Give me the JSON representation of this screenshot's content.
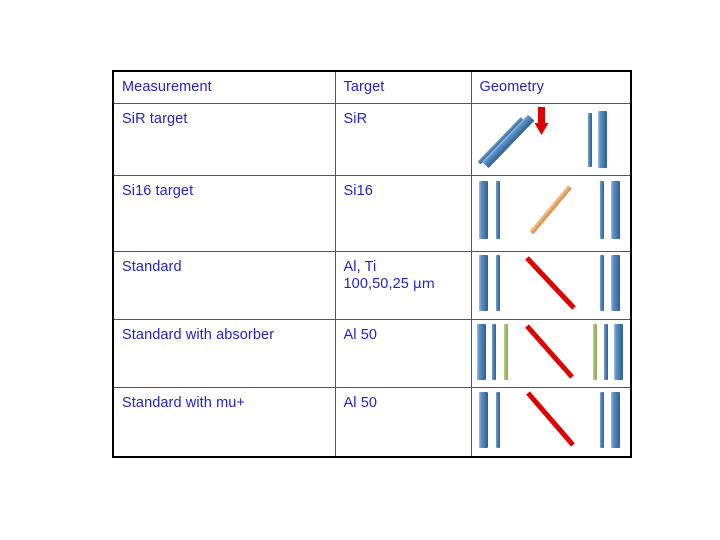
{
  "slide": {
    "background_color": "#FFFFFF",
    "text_color": "#2222CC",
    "border_color": "#000000",
    "grid_color": "#555555"
  },
  "table": {
    "headers": {
      "measurement": "Measurement",
      "target": "Target",
      "geometry": "Geometry"
    },
    "rows": [
      {
        "measurement": "SiR target",
        "target": "SiR",
        "geometry": {
          "kind": "tilted-target-with-beam",
          "elements": [
            "thin-blue-diagonal-bar",
            "thick-blue-diagonal-bar",
            "red-down-arrow",
            "thin-blue-vertical-bar",
            "thick-blue-vertical-bar"
          ]
        }
      },
      {
        "measurement": "Si16 target",
        "target": "Si16",
        "geometry": {
          "kind": "detectors-with-orange-diagonal",
          "elements": [
            "thick-blue-vertical-bar",
            "thin-blue-vertical-bar",
            "orange-diagonal-bar",
            "thin-blue-vertical-bar",
            "thick-blue-vertical-bar"
          ]
        }
      },
      {
        "measurement": "Standard",
        "target": "Al, Ti\n100,50,25 μm",
        "target_line1": "Al, Ti",
        "target_line2_prefix": "100,50,25 ",
        "target_line2_unit": "μm",
        "geometry": {
          "kind": "detectors-with-red-diagonal",
          "elements": [
            "thick-blue-vertical-bar",
            "thin-blue-vertical-bar",
            "red-diagonal-bar",
            "thin-blue-vertical-bar",
            "thick-blue-vertical-bar"
          ]
        }
      },
      {
        "measurement": "Standard with absorber",
        "target": "Al 50",
        "geometry": {
          "kind": "detectors-with-absorber-and-red-diagonal",
          "elements": [
            "thick-blue-vertical-bar",
            "thin-blue-vertical-bar",
            "green-absorber-bar",
            "red-diagonal-bar",
            "green-absorber-bar",
            "thin-blue-vertical-bar",
            "thick-blue-vertical-bar"
          ]
        }
      },
      {
        "measurement": "Standard with mu+",
        "target": "Al 50",
        "geometry": {
          "kind": "detectors-with-red-diagonal",
          "elements": [
            "thick-blue-vertical-bar",
            "thin-blue-vertical-bar",
            "red-diagonal-bar",
            "thin-blue-vertical-bar",
            "thick-blue-vertical-bar"
          ]
        }
      }
    ]
  },
  "palette": {
    "blue_bar_light": "#BDD7EE",
    "blue_bar_mid": "#4F81BD",
    "blue_bar_dark": "#2E5E8E",
    "green_bar": "#9BBB59",
    "orange_bar": "#E8A866",
    "red_accent": "#E00000"
  }
}
